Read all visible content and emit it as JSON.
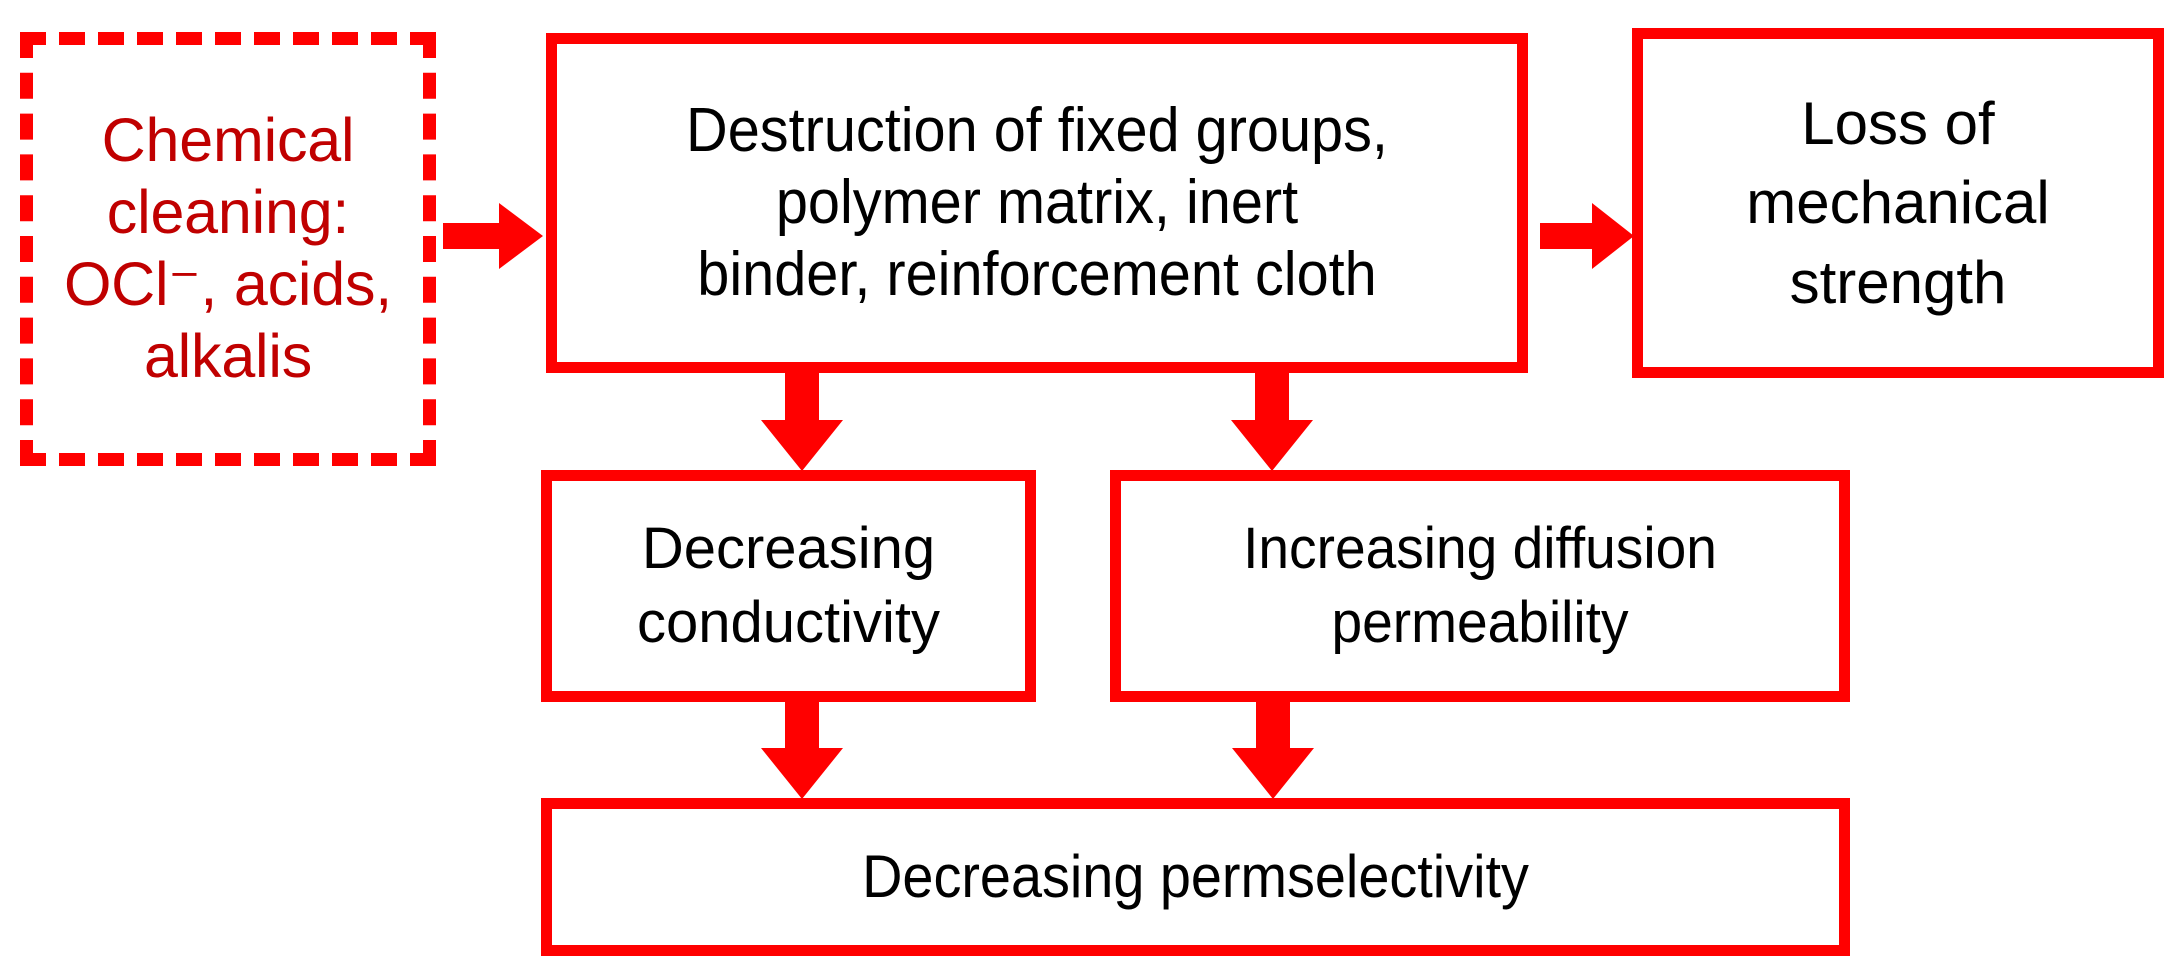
{
  "diagram": {
    "title": "Chemical cleaning degradation pathway",
    "colors": {
      "box_border": "#FF0000",
      "arrow": "#FF0000",
      "source_text": "#C00000",
      "node_text": "#000000",
      "background": "#FFFFFF"
    },
    "nodes": {
      "chemical_cleaning": {
        "label": "Chemical\ncleaning:\nOCl⁻, acids,\nalkalis",
        "style": "dashed"
      },
      "destruction": {
        "label": "Destruction of fixed groups,\npolymer matrix, inert\nbinder, reinforcement cloth",
        "style": "solid"
      },
      "loss_mechanical_strength": {
        "label": "Loss of\nmechanical\nstrength",
        "style": "solid"
      },
      "decreasing_conductivity": {
        "label": "Decreasing\nconductivity",
        "style": "solid"
      },
      "increasing_diffusion_permeability": {
        "label": "Increasing  diffusion\npermeability",
        "style": "solid"
      },
      "decreasing_permselectivity": {
        "label": "Decreasing  permselectivity",
        "style": "solid"
      }
    },
    "arrows": [
      {
        "id": "arrow-cleaning-to-destruction",
        "from": "chemical_cleaning",
        "to": "destruction",
        "direction": "right"
      },
      {
        "id": "arrow-destruction-to-loss",
        "from": "destruction",
        "to": "loss_mechanical_strength",
        "direction": "right"
      },
      {
        "id": "arrow-destruction-to-conductivity",
        "from": "destruction",
        "to": "decreasing_conductivity",
        "direction": "down"
      },
      {
        "id": "arrow-destruction-to-permeability",
        "from": "destruction",
        "to": "increasing_diffusion_permeability",
        "direction": "down"
      },
      {
        "id": "arrow-conductivity-to-permselectivity",
        "from": "decreasing_conductivity",
        "to": "decreasing_permselectivity",
        "direction": "down"
      },
      {
        "id": "arrow-permeability-to-permselectivity",
        "from": "increasing_diffusion_permeability",
        "to": "decreasing_permselectivity",
        "direction": "down"
      }
    ]
  }
}
